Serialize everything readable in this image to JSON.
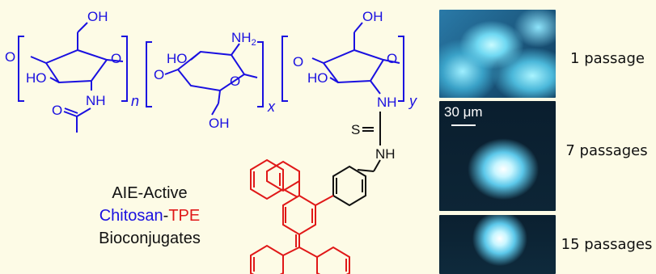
{
  "chemical_labels": {
    "oh": "OH",
    "nh2": "NH",
    "nh2_sub": "2",
    "ho": "HO",
    "nh": "NH",
    "o": "O",
    "s": "S",
    "n": "n",
    "x": "x",
    "y": "y"
  },
  "title": {
    "line1": "AIE-Active",
    "line2_part1": "Chitosan",
    "line2_sep": "-",
    "line2_part2": "TPE",
    "line3": "Bioconjugates"
  },
  "micrographs": [
    {
      "caption": "1 passage"
    },
    {
      "caption": "7 passages",
      "scale_bar": "30 μm"
    },
    {
      "caption": "15 passages"
    }
  ],
  "colors": {
    "background": "#fdfbe6",
    "chitosan_blue": "#1a10e0",
    "tpe_red": "#e01818",
    "glow": "#8fe8ff"
  }
}
